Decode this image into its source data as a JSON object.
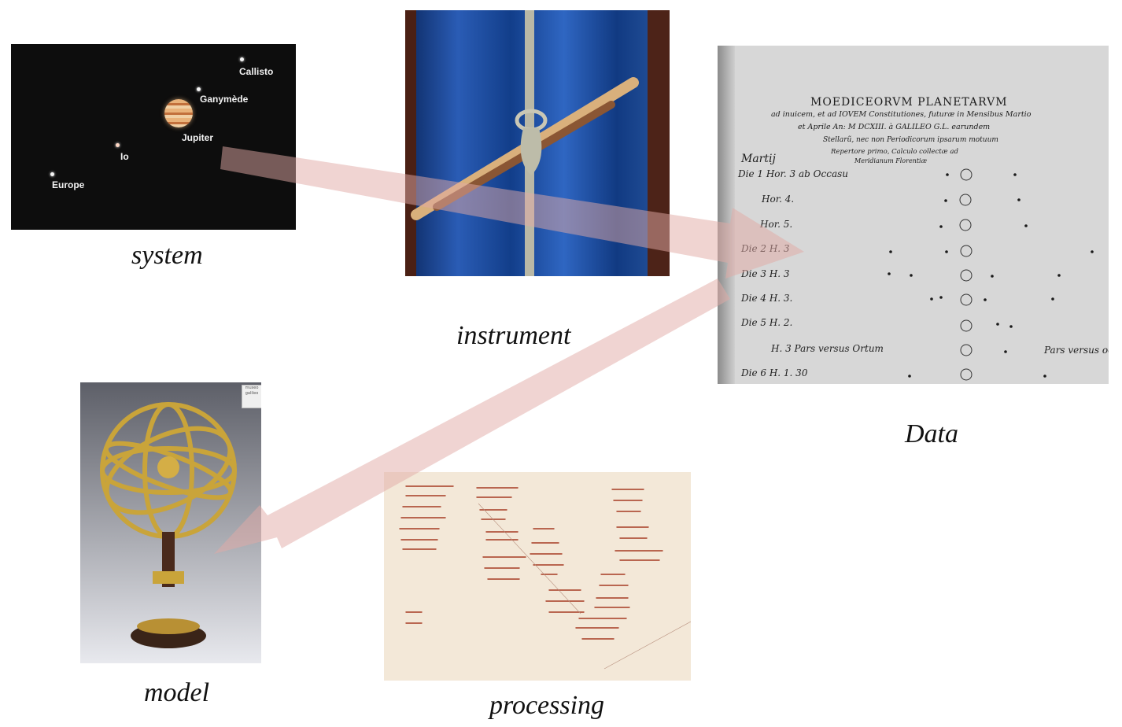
{
  "captions": {
    "system": "system",
    "instrument": "instrument",
    "data": "Data",
    "processing": "processing",
    "model": "model"
  },
  "system_panel": {
    "moons": [
      "Callisto",
      "Ganymède",
      "Jupiter",
      "Io",
      "Europe"
    ]
  },
  "data_panel": {
    "title": "MOEDICEORVM  PLANETARVM",
    "subtitle_lines": [
      "ad inuicem, et ad IOVEM Constitutiones, futuræ in Mensibus Martio",
      "et Aprile An: M DCXIII. à GALILEO G.L. earundem",
      "Stellarũ, nec non Periodicorum ipsarum motuum",
      "Repertore primo, Calculo collectæ ad",
      "Meridianum Florentiæ"
    ],
    "month_label": "Martij",
    "rows": [
      "Die 1 Hor. 3 ab Occasu",
      "Hor. 4.",
      "Hor. 5.",
      "Die 2 H. 3",
      "Die 3 H. 3",
      "Die 4 H. 3.",
      "Die 5 H. 2.",
      "H. 3    Pars versus Ortum",
      "Die 6 H. 1. 30"
    ],
    "right_note": "Pars versus oc"
  },
  "model_panel": {
    "badge": "museo galileo"
  },
  "colors": {
    "arrow": "#e7b7b3",
    "background": "#ffffff"
  }
}
